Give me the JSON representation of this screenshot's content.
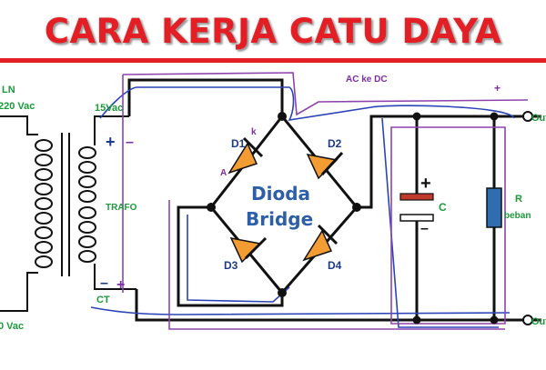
{
  "title": "CARA KERJA CATU DAYA",
  "labels": {
    "ln": "LN",
    "vac_top": "220 Vac",
    "vac_bottom": "0 Vac",
    "v15": "15Vac",
    "trafo": "TRAFO",
    "ct": "CT",
    "ac_dc": "AC ke DC",
    "k": "k",
    "a": "A",
    "d1": "D1",
    "d2": "D2",
    "d3": "D3",
    "d4": "D4",
    "bridge1": "Dioda",
    "bridge2": "Bridge",
    "cap": "C",
    "r": "R",
    "beban": "beban",
    "out1": "Out",
    "out2": "Out",
    "plus_sec": "+",
    "minus_sec": "–",
    "plus_ct": "–",
    "minus_ct": "+",
    "cap_plus": "+",
    "cap_minus": "–",
    "plus_top": "+"
  },
  "colors": {
    "title": "#e31e24",
    "wire": "#111111",
    "trace_blue": "#2a44b8",
    "trace_purple": "#8e44ad",
    "diode": "#f39c34",
    "resistor": "#2f6db0",
    "cap_plate": "#c0392b"
  }
}
